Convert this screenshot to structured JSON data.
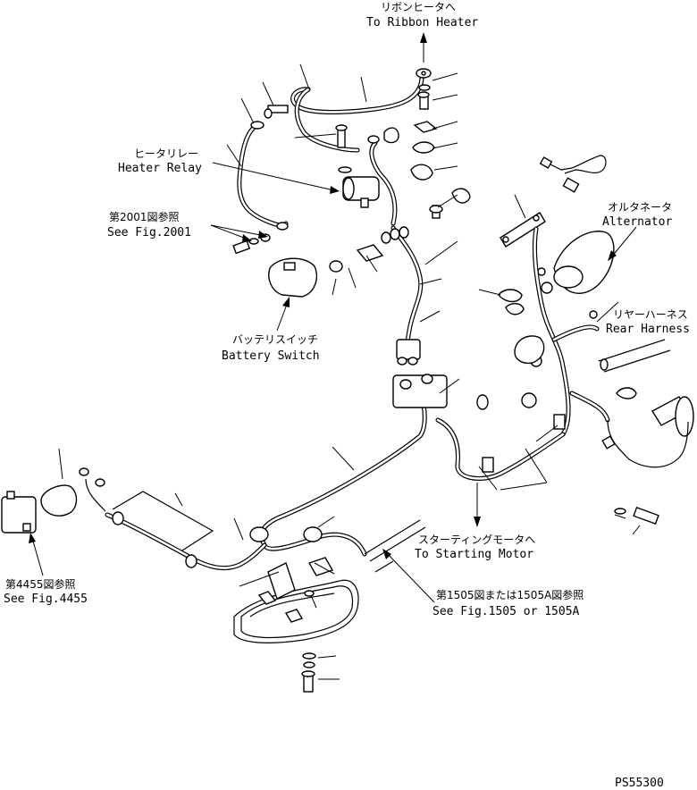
{
  "labels": {
    "ribbon_heater_jp": "リボンヒータへ",
    "ribbon_heater_en": "To Ribbon Heater",
    "heater_relay_jp": "ヒータリレー",
    "heater_relay_en": "Heater Relay",
    "fig2001_jp": "第2001図参照",
    "fig2001_en": "See Fig.2001",
    "battery_switch_jp": "バッテリスイッチ",
    "battery_switch_en": "Battery Switch",
    "alternator_jp": "オルタネータ",
    "alternator_en": "Alternator",
    "rear_harness_jp": "リヤーハーネス",
    "rear_harness_en": "Rear Harness",
    "starting_motor_jp": "スターティングモータへ",
    "starting_motor_en": "To Starting Motor",
    "fig1505_jp": "第1505図または1505A図参照",
    "fig1505_en": "See Fig.1505 or 1505A",
    "fig4455_jp": "第4455図参照",
    "fig4455_en": "See Fig.4455",
    "drawing_code": "PS55300"
  }
}
